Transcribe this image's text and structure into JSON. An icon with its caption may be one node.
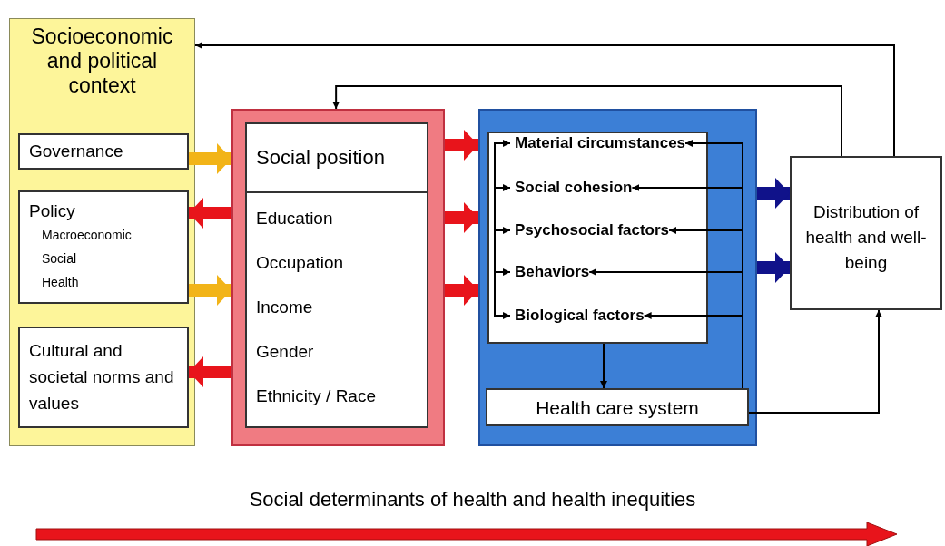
{
  "diagram": {
    "nodes": [
      {
        "text": [
          "Socioeconomic and political context"
        ]
      },
      {
        "text": [
          "Governance"
        ],
        "in": 0
      },
      {
        "text": [
          "Policy",
          "Macroeconomic",
          "Social",
          "Health"
        ],
        "in": 0
      },
      {
        "text": [
          "Cultural and societal norms and values"
        ],
        "in": 0
      },
      {
        "text": [],
        "shape": "box"
      },
      {
        "text": [
          "Social position",
          "Education",
          "Occupation",
          "Income",
          "Gender",
          "Ethnicity / Race"
        ],
        "in": 4
      },
      {
        "text": [],
        "shape": "box"
      },
      {
        "text": [],
        "shape": "box",
        "in": 6
      },
      {
        "text": [
          "Material circumstances"
        ],
        "in": 7
      },
      {
        "text": [
          "Social cohesion"
        ],
        "in": 7
      },
      {
        "text": [
          "Psychosocial factors"
        ],
        "in": 7
      },
      {
        "text": [
          "Behaviors"
        ],
        "in": 7
      },
      {
        "text": [
          "Biological factors"
        ],
        "in": 7
      },
      {
        "text": [
          "Health care system"
        ],
        "in": 6
      },
      {
        "text": [
          "Distribution of health and well-being"
        ]
      }
    ],
    "edges": [
      {
        "from": 1,
        "to": 4,
        "arrow": "to",
        "style": "thick",
        "color": "#f2b418"
      },
      {
        "from": 4,
        "to": 2,
        "arrow": "to",
        "style": "thick",
        "color": "#e8141b"
      },
      {
        "from": 2,
        "to": 4,
        "arrow": "to",
        "style": "thick",
        "color": "#f2b418"
      },
      {
        "from": 4,
        "to": 3,
        "arrow": "to",
        "style": "thick",
        "color": "#e8141b"
      },
      {
        "from": 4,
        "to": 6,
        "arrow": "to",
        "style": "thick",
        "color": "#e8141b"
      },
      {
        "from": 4,
        "to": 6,
        "arrow": "to",
        "style": "thick",
        "color": "#e8141b"
      },
      {
        "from": 4,
        "to": 6,
        "arrow": "to",
        "style": "thick",
        "color": "#e8141b"
      },
      {
        "from": 6,
        "to": 14,
        "arrow": "to",
        "style": "thick",
        "color": "#10128a"
      },
      {
        "from": 6,
        "to": 14,
        "arrow": "to",
        "style": "thick",
        "color": "#10128a"
      },
      {
        "from": null,
        "to": 8,
        "arrow": "to"
      },
      {
        "from": null,
        "to": 9,
        "arrow": "to"
      },
      {
        "from": null,
        "to": 10,
        "arrow": "to"
      },
      {
        "from": null,
        "to": 11,
        "arrow": "to"
      },
      {
        "from": null,
        "to": 12,
        "arrow": "to"
      },
      {
        "from": 13,
        "to": 8,
        "arrow": "to"
      },
      {
        "from": 13,
        "to": 9,
        "arrow": "to"
      },
      {
        "from": 13,
        "to": 10,
        "arrow": "to"
      },
      {
        "from": 13,
        "to": 11,
        "arrow": "to"
      },
      {
        "from": 13,
        "to": 12,
        "arrow": "to"
      },
      {
        "from": 7,
        "to": 13,
        "arrow": "to"
      },
      {
        "from": 13,
        "to": 14,
        "arrow": "to"
      },
      {
        "from": 14,
        "to": 0,
        "arrow": "to"
      },
      {
        "from": 14,
        "to": 4,
        "arrow": "to"
      }
    ],
    "labels": [
      "Social determinants of health and health inequities"
    ]
  }
}
